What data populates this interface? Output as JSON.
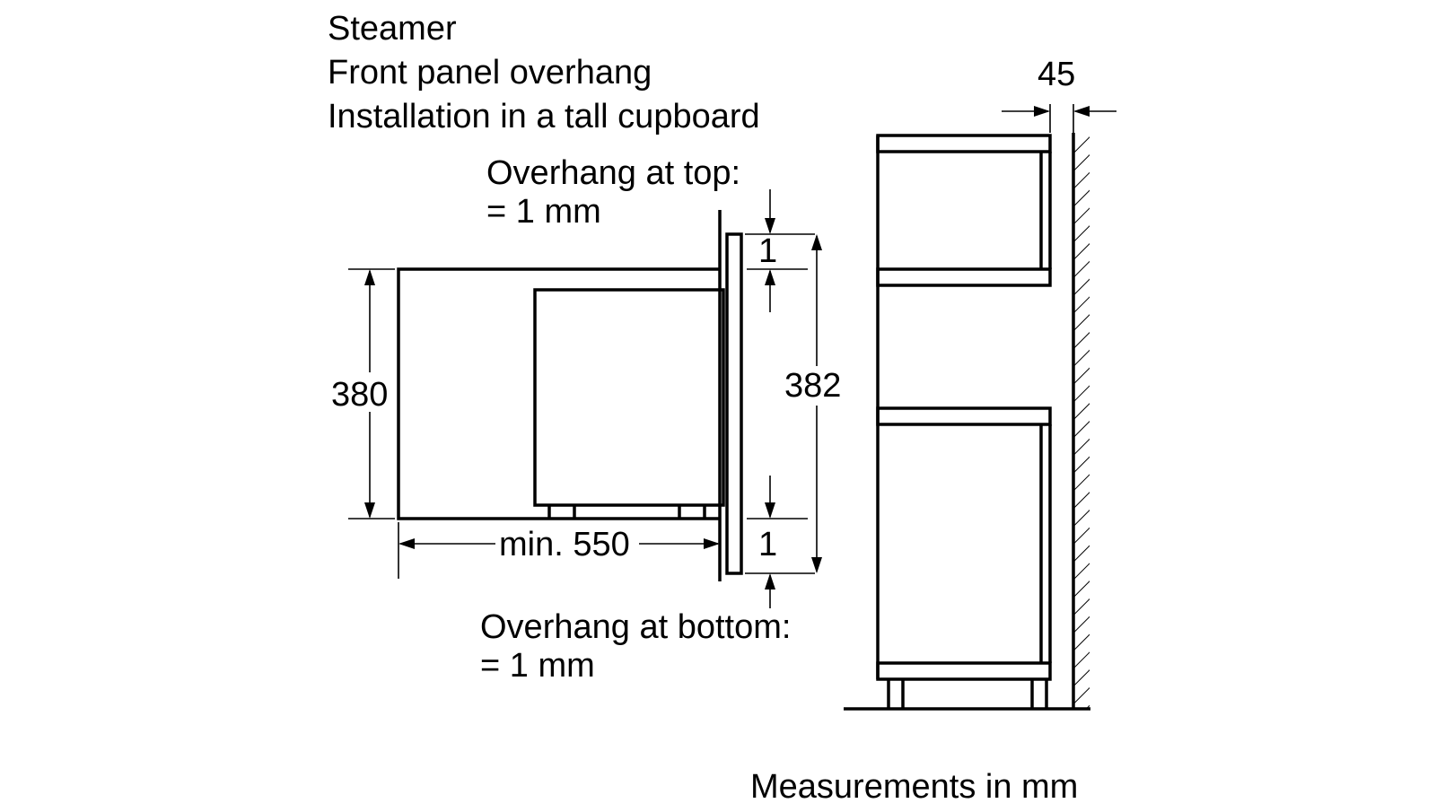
{
  "header": {
    "lines": [
      "Steamer",
      "Front panel overhang",
      "Installation in a tall cupboard"
    ]
  },
  "overhang_top": {
    "line1": "Overhang at top:",
    "line2": "= 1 mm"
  },
  "overhang_bottom": {
    "line1": "Overhang at bottom:",
    "line2": "= 1 mm"
  },
  "dimensions": {
    "niche_height": "380",
    "front_height": "382",
    "depth": "min. 550",
    "top_gap": "1",
    "bottom_gap": "1",
    "side_gap": "45"
  },
  "footer": {
    "units": "Measurements in mm"
  },
  "colors": {
    "line": "#000000",
    "background": "#ffffff"
  }
}
